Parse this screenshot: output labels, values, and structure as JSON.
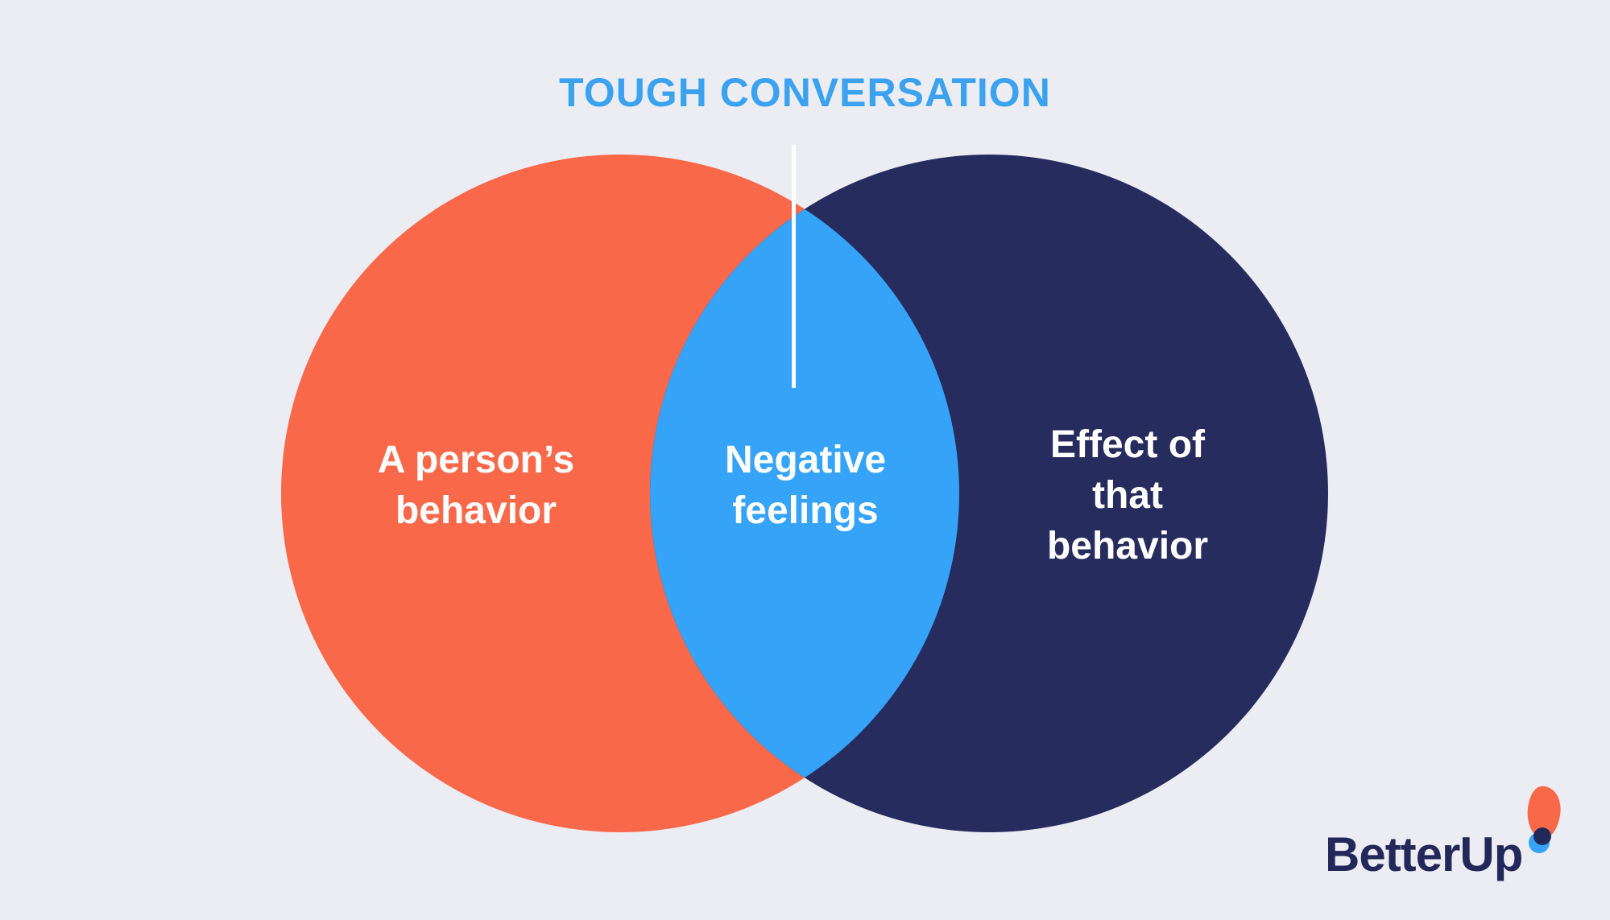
{
  "title": {
    "text": "TOUGH CONVERSATION",
    "color": "#3BA2F0"
  },
  "venn": {
    "left_set": {
      "label": "A person’s\nbehavior",
      "color": "#FA684A"
    },
    "right_set": {
      "label": "Effect of\nthat\nbehavior",
      "color": "#272C5E"
    },
    "intersection": {
      "label": "Negative\nfeelings",
      "color": "#34A3F8"
    }
  },
  "branding": {
    "wordmark": "BetterUp",
    "wordmark_color": "#23285A",
    "logo_mark_colors": {
      "teardrop": "#FA684A",
      "dot_top": "#23285A",
      "dot_bottom": "#34A3F8"
    }
  },
  "background_color": "#ECEDF2",
  "connector_color": "#FFFFFF"
}
